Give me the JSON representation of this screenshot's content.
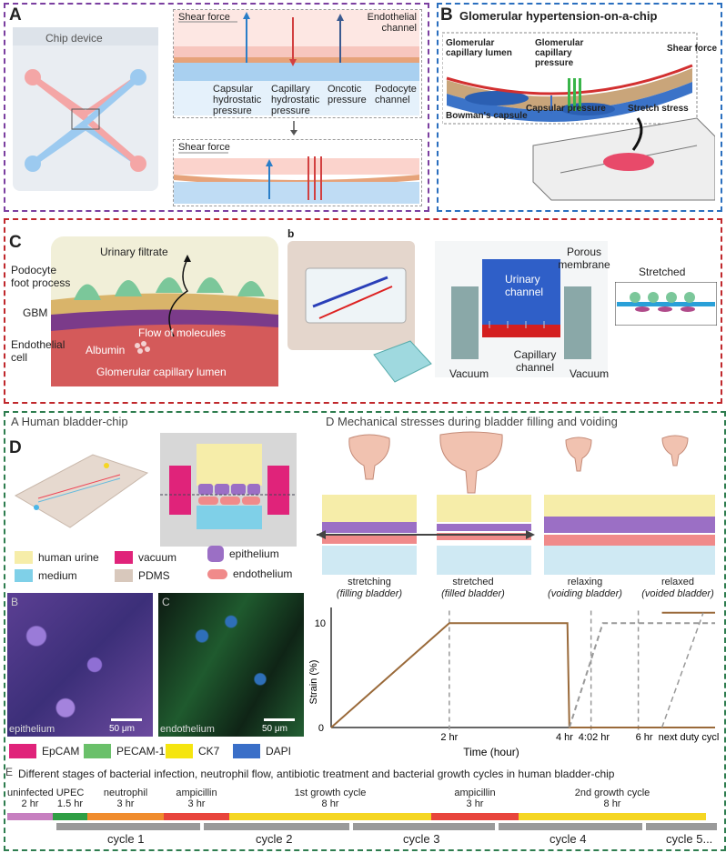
{
  "panelA": {
    "label": "A",
    "chip_device": "Chip device",
    "shear_force_top": "Shear force",
    "endothelial_channel": "Endothelial channel",
    "capsular_pressure": "Capsular hydrostatic pressure",
    "capillary_pressure": "Capillary hydrostatic pressure",
    "oncotic_pressure": "Oncotic pressure",
    "podocyte_channel": "Podocyte channel",
    "shear_force_bottom": "Shear force"
  },
  "panelB": {
    "label": "B",
    "title": "Glomerular  hypertension-on-a-chip",
    "glomerular_capillary_lumen": "Glomerular capillary lumen",
    "glomerular_capillary_pressure": "Glomerular capillary pressure",
    "shear_force": "Shear force",
    "capsular_pressure": "Capsular pressure",
    "stretch_stress": "Stretch stress",
    "bowmans_capsule": "Bowman's capsule"
  },
  "panelC": {
    "label": "C",
    "urinary_filtrate": "Urinary filtrate",
    "podocyte_foot_process": "Podocyte foot process",
    "gbm": "GBM",
    "endothelial_cell": "Endothelial cell",
    "flow_of_molecules": "Flow of molecules",
    "albumin": "Albumin",
    "glomerular_capillary_lumen": "Glomerular capillary lumen"
  },
  "panelCb": {
    "label": "b",
    "porous_membrane": "Porous membrane",
    "urinary_channel": "Urinary channel",
    "capillary_channel": "Capillary channel",
    "vacuum_left": "Vacuum",
    "vacuum_right": "Vacuum",
    "stretched": "Stretched"
  },
  "panelD": {
    "label": "D",
    "subtitle_a": "A Human bladder-chip",
    "subtitle_d": "D  Mechanical stresses during bladder filling and voiding",
    "legend": {
      "human_urine": "human urine",
      "medium": "medium",
      "vacuum": "vacuum",
      "pdms": "PDMS",
      "epithelium": "epithelium",
      "endothelium": "endothelium"
    },
    "micro_b": "B",
    "micro_c": "C",
    "micro_b_caption": "epithelium",
    "micro_c_caption": "endothelium",
    "scale_b": "50 μm",
    "scale_c": "50 μm",
    "stain_legend": [
      "EpCAM",
      "PECAM-1",
      "CK7",
      "DAPI"
    ],
    "stages": [
      {
        "line1": "stretching",
        "line2": "(filling bladder)"
      },
      {
        "line1": "stretched",
        "line2": "(filled bladder)"
      },
      {
        "line1": "relaxing",
        "line2": "(voiding bladder)"
      },
      {
        "line1": "relaxed",
        "line2": "(voided bladder)"
      }
    ],
    "colors": {
      "human_urine": "#f6eda9",
      "medium": "#7fd0e8",
      "vacuum": "#e0237a",
      "pdms": "#d8c8bc",
      "epithelium": "#9b6fc5",
      "endothelium": "#f08a8a"
    }
  },
  "chart_data": {
    "type": "line",
    "ylabel": "Strain (%)",
    "xlabel": "Time (hour)",
    "y_ticks": [
      "0",
      "10"
    ],
    "x_ticks": [
      "2 hr",
      "4 hr",
      "4:02 hr",
      "6 hr",
      "next duty cycle"
    ],
    "ylim": [
      0,
      11.5
    ],
    "series": [
      {
        "values_x": [
          0,
          2,
          4,
          4.033,
          6.5
        ],
        "values_y": [
          0,
          10,
          10,
          0,
          0
        ]
      },
      {
        "values_x": [
          4.033,
          4.6,
          6.5
        ],
        "values_y": [
          0,
          10,
          10
        ]
      }
    ]
  },
  "panelE": {
    "label": "E",
    "title": "Different stages of bacterial infection, neutrophil flow, antibiotic treatment and bacterial growth cycles in human bladder-chip",
    "stages": [
      {
        "line1": "uninfected",
        "line2": "2 hr",
        "color": "#c77fc0"
      },
      {
        "line1": "UPEC",
        "line2": "1.5 hr",
        "color": "#2f9e44"
      },
      {
        "line1": "neutrophil",
        "line2": "3 hr",
        "color": "#f08c2e"
      },
      {
        "line1": "ampicillin",
        "line2": "3 hr",
        "color": "#e8453c"
      },
      {
        "line1": "1st growth cycle",
        "line2": "8 hr",
        "color": "#f5d623"
      },
      {
        "line1": "ampicillin",
        "line2": "3 hr",
        "color": "#e8453c"
      },
      {
        "line1": "2nd growth cycle",
        "line2": "8 hr",
        "color": "#f5d623"
      }
    ],
    "cycles": [
      "cycle 1",
      "cycle 2",
      "cycle 3",
      "cycle 4",
      "cycle 5..."
    ]
  }
}
